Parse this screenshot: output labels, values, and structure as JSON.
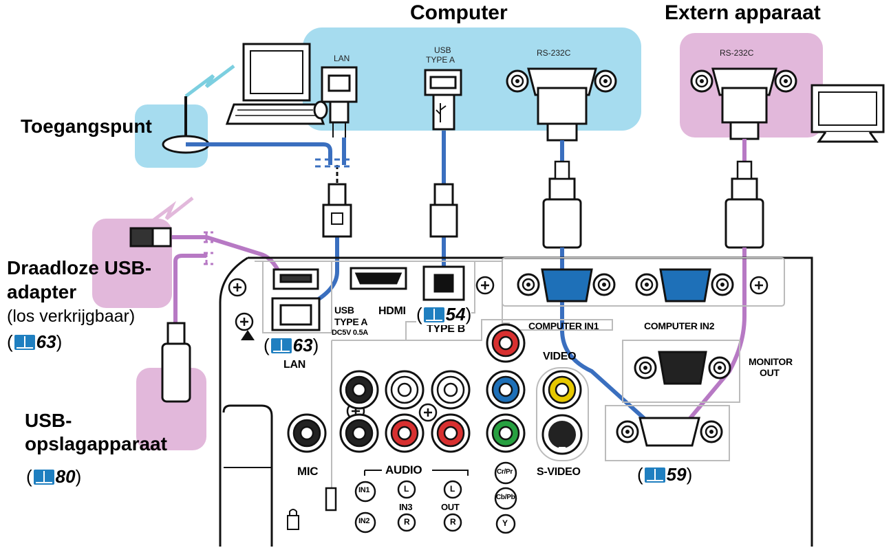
{
  "titles": {
    "computer": "Computer",
    "external": "Extern apparaat"
  },
  "left_labels": {
    "access_point": "Toegangspunt",
    "wireless_usb": "Draadloze USB-",
    "wireless_usb2": "adapter",
    "sold_separately": "(los verkrijgbaar)",
    "usb_storage": "USB-",
    "usb_storage2": "opslagapparaat"
  },
  "refs": {
    "wireless": "63",
    "usb_storage": "80",
    "lan": "63",
    "usb_b": "54",
    "rs232": "59"
  },
  "connector_labels": {
    "lan_top": "LAN",
    "usb_type_a_1": "USB",
    "usb_type_a_2": "TYPE A",
    "rs232_pc": "RS-232C",
    "rs232_ext": "RS-232C"
  },
  "panel_labels": {
    "usb_1": "USB",
    "usb_2": "TYPE A",
    "usb_3": "DC5V 0.5A",
    "hdmi": "HDMI",
    "type_b": "TYPE B",
    "lan": "LAN",
    "computer_in1": "COMPUTER IN1",
    "computer_in2": "COMPUTER IN2",
    "monitor_out_1": "MONITOR",
    "monitor_out_2": "OUT",
    "video": "VIDEO",
    "s_video": "S-VIDEO",
    "mic": "MIC",
    "audio": "AUDIO",
    "in1": "IN1",
    "in2": "IN2",
    "in3": "IN3",
    "out": "OUT",
    "l": "L",
    "r": "R",
    "cr_pr": "Cr/Pr",
    "cb_pb": "Cb/Pb",
    "y": "Y"
  },
  "colors": {
    "blue_zone": "#a6dcef",
    "pink_zone": "#e2b8db",
    "blue_cable": "#3a6fbf",
    "pink_cable": "#b779c4",
    "rca_red": "#d83030",
    "rca_yellow": "#e6c800",
    "rca_blue": "#1e70b8",
    "rca_green": "#27a040"
  }
}
